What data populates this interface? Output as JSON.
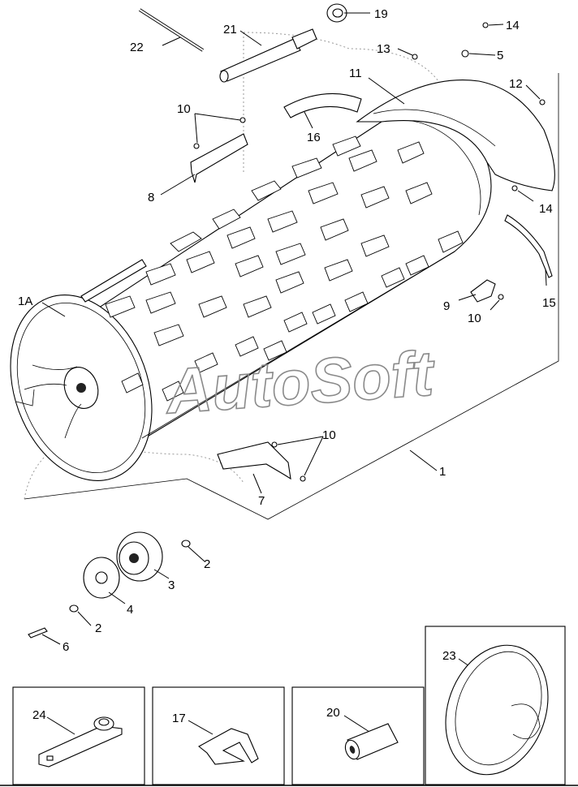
{
  "watermark": "AutoSoft",
  "callouts": {
    "c1": "1",
    "c1a": "1A",
    "c2a": "2",
    "c2b": "2",
    "c3": "3",
    "c4": "4",
    "c5": "5",
    "c6": "6",
    "c7": "7",
    "c8": "8",
    "c9": "9",
    "c10a": "10",
    "c10b": "10",
    "c10c": "10",
    "c11": "11",
    "c12": "12",
    "c13": "13",
    "c14a": "14",
    "c14b": "14",
    "c15": "15",
    "c16": "16",
    "c17": "17",
    "c19": "19",
    "c20": "20",
    "c21": "21",
    "c22": "22",
    "c23": "23",
    "c24": "24"
  },
  "colors": {
    "line": "#000000",
    "watermark": "#8a8a8a",
    "guide": "#999999"
  }
}
